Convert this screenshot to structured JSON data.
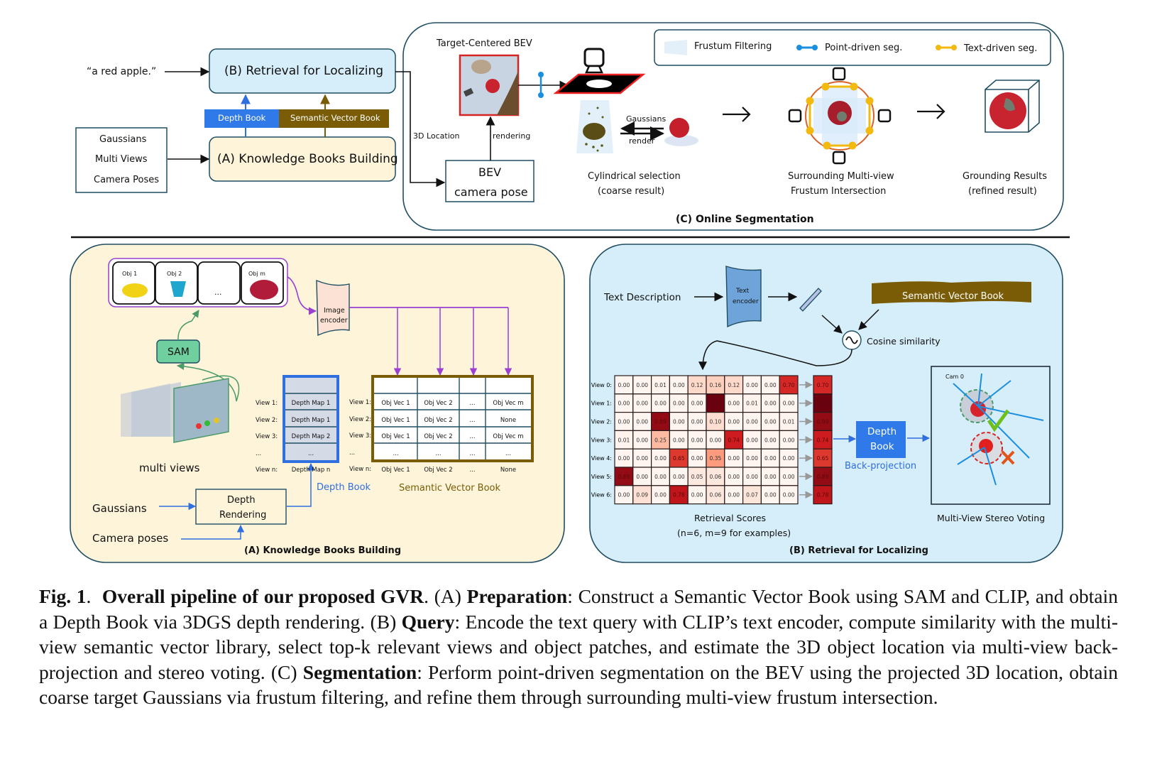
{
  "top": {
    "query_text": "“a red apple.”",
    "inputs_box": [
      "Gaussians",
      "Multi Views",
      "Camera Poses"
    ],
    "retrieval_box": "(B) Retrieval for Localizing",
    "knowledge_box": "(A) Knowledge Books Building",
    "depth_book_tag": "Depth Book",
    "semantic_book_tag": "Semantic Vector Book",
    "label_3d_location": "3D Location",
    "label_rendering": "rendering",
    "bev_box": [
      "BEV",
      "camera pose"
    ],
    "bev_title": "Target-Centered BEV",
    "legend": {
      "frustum": "Frustum Filtering",
      "point": "Point-driven seg.",
      "text": "Text-driven seg."
    },
    "gaussians_label": "Gaussians",
    "render_label": "render",
    "cyl_caption": [
      "Cylindrical selection",
      "(coarse result)"
    ],
    "surround_caption": [
      "Surrounding Multi-view",
      "Frustum Intersection"
    ],
    "grounding_caption": [
      "Grounding Results",
      "(refined result)"
    ],
    "panel_c_title": "(C) Online Segmentation"
  },
  "panel_a": {
    "title": "(A) Knowledge Books Building",
    "objects": [
      "Obj 1",
      "Obj 2",
      "...",
      "Obj m"
    ],
    "image_encoder": [
      "Image",
      "encoder"
    ],
    "sam": "SAM",
    "multi_views": "multi views",
    "gaussians": "Gaussians",
    "camera_poses": "Camera poses",
    "depth_rendering": [
      "Depth",
      "Rendering"
    ],
    "depth_book_label": "Depth Book",
    "semantic_book_label": "Semantic Vector Book",
    "view_labels": [
      "View 1:",
      "View 2:",
      "View 3:",
      "...",
      "View n:"
    ],
    "depth_maps": [
      "Depth Map 1",
      "Depth Map 1",
      "Depth Map 2",
      "...",
      "Depth Map n"
    ],
    "semantic_rows": [
      [
        "Obj Vec 1",
        "Obj Vec 2",
        "...",
        "Obj Vec m"
      ],
      [
        "Obj Vec 1",
        "Obj Vec 2",
        "...",
        "None"
      ],
      [
        "Obj Vec 1",
        "Obj Vec 2",
        "...",
        "Obj Vec m"
      ],
      [
        "...",
        "...",
        "...",
        "..."
      ],
      [
        "Obj Vec 1",
        "Obj Vec 2",
        "...",
        "None"
      ]
    ]
  },
  "panel_b": {
    "title": "(B) Retrieval for Localizing",
    "text_description": "Text Description",
    "text_encoder": [
      "Text",
      "encoder"
    ],
    "semantic_book": "Semantic Vector Book",
    "cosine": "Cosine similarity",
    "scores_caption": [
      "Retrieval Scores",
      "(n=6, m=9 for examples)"
    ],
    "depth_book": [
      "Depth",
      "Book"
    ],
    "back_projection": "Back-projection",
    "mvs_caption": "Multi-View Stereo Voting",
    "cam0": "Cam 0"
  },
  "chart_data": {
    "type": "heatmap",
    "title": "Retrieval Scores",
    "subtitle": "(n=6, m=9 for examples)",
    "rows": [
      "View 0:",
      "View 1:",
      "View 2:",
      "View 3:",
      "View 4:",
      "View 5:",
      "View 6:"
    ],
    "values": [
      [
        0.0,
        0.0,
        0.01,
        0.0,
        0.12,
        0.16,
        0.12,
        0.0,
        0.0,
        0.7
      ],
      [
        0.0,
        0.0,
        0.0,
        0.0,
        0.0,
        0.99,
        0.0,
        0.01,
        0.0,
        0.0
      ],
      [
        0.0,
        0.0,
        0.89,
        0.0,
        0.0,
        0.1,
        0.0,
        0.0,
        0.0,
        0.01
      ],
      [
        0.01,
        0.0,
        0.25,
        0.0,
        0.0,
        0.0,
        0.74,
        0.0,
        0.0,
        0.0
      ],
      [
        0.0,
        0.0,
        0.0,
        0.65,
        0.0,
        0.35,
        0.0,
        0.0,
        0.0,
        0.0
      ],
      [
        0.89,
        0.0,
        0.0,
        0.0,
        0.05,
        0.06,
        0.0,
        0.0,
        0.0,
        0.0
      ],
      [
        0.0,
        0.09,
        0.0,
        0.78,
        0.0,
        0.06,
        0.0,
        0.07,
        0.0,
        0.0
      ]
    ],
    "max_per_view": [
      0.7,
      0.99,
      0.89,
      0.74,
      0.65,
      0.89,
      0.78
    ],
    "colormap": "Reds",
    "vmin": 0,
    "vmax": 1
  },
  "caption": {
    "fig": "Fig. 1",
    "title": "Overall pipeline of our proposed GVR",
    "a_lead": "(A)",
    "a_bold": "Preparation",
    "a_text": ": Construct a Semantic Vector Book using SAM and CLIP, and obtain a Depth Book via 3DGS depth rendering.",
    "b_lead": "(B)",
    "b_bold": "Query",
    "b_text": ": Encode the text query with CLIP’s text encoder, compute similarity with the multi-view semantic vector library, select top-k relevant views and object patches, and estimate the 3D object location via multi-view back-projection and stereo voting.",
    "c_lead": "(C)",
    "c_bold": "Segmentation",
    "c_text": ": Perform point-driven segmentation on the BEV using the projected 3D location, obtain coarse target Gaussians via frustum filtering, and refine them through surrounding multi-view frustum intersection."
  },
  "colors": {
    "blue_panel": "#d6eef9",
    "yellow_panel": "#fdf4da",
    "depth_blue": "#2f6fe0",
    "semantic_olive": "#7a5c06",
    "purple": "#9a3fd0",
    "green": "#4b9a6a",
    "sam_green": "#6fcf9f",
    "border_teal": "#1f4e63",
    "legend_blue": "#1a8fe0",
    "legend_yellow": "#f2b90f"
  }
}
